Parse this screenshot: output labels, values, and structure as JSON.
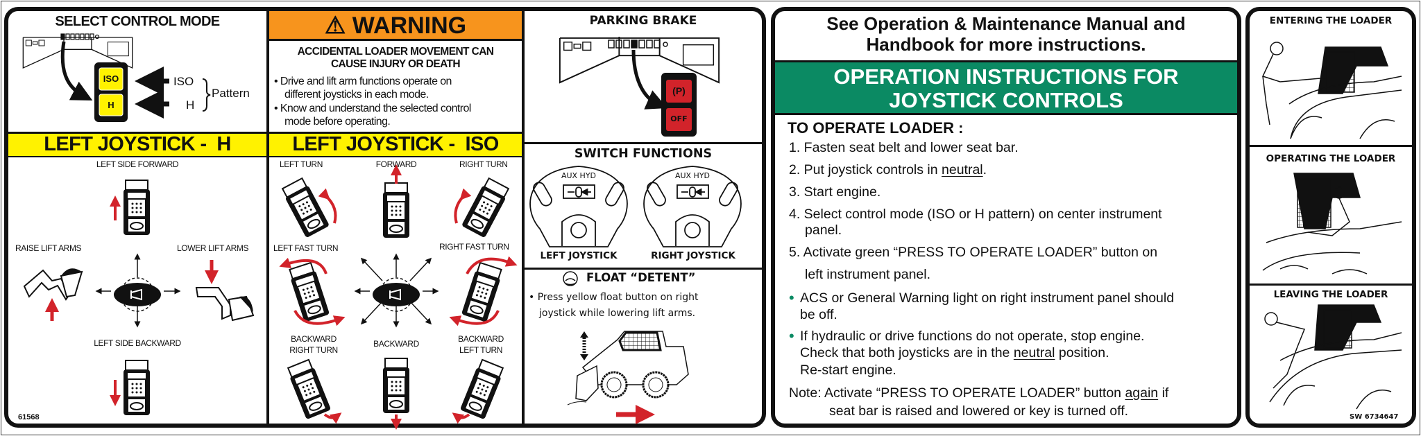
{
  "control_mode": {
    "title": "SELECT CONTROL MODE",
    "iso": "ISO",
    "h": "H",
    "iso_label": "ISO",
    "h_label": "H",
    "pattern": "Pattern"
  },
  "warning": {
    "title": "WARNING",
    "headline": [
      "ACCIDENTAL LOADER MOVEMENT CAN",
      "CAUSE INJURY OR DEATH"
    ],
    "bullets": [
      [
        "• Drive and lift arm functions operate on",
        "different joysticks in each mode."
      ],
      [
        "• Know and understand the selected control",
        "mode before operating."
      ]
    ]
  },
  "h_pattern": {
    "title": "LEFT JOYSTICK -  H",
    "forward": "LEFT SIDE FORWARD",
    "raise": "RAISE LIFT ARMS",
    "lower": "LOWER LIFT ARMS",
    "backward": "LEFT SIDE BACKWARD",
    "part_number": "61568"
  },
  "iso_pattern": {
    "title": "LEFT JOYSTICK -  ISO",
    "left_turn": "LEFT TURN",
    "forward": "FORWARD",
    "right_turn": "RIGHT TURN",
    "left_fast_turn": "LEFT FAST TURN",
    "right_fast_turn": "RIGHT FAST TURN",
    "backward_right_turn": [
      "BACKWARD",
      "RIGHT TURN"
    ],
    "backward": "BACKWARD",
    "backward_left_turn": [
      "BACKWARD",
      "LEFT TURN"
    ]
  },
  "parking_brake": {
    "title": "PARKING BRAKE",
    "p_symbol": "(P)",
    "off": "OFF"
  },
  "switch_functions": {
    "title": "SWITCH FUNCTIONS",
    "aux_hyd": "AUX HYD",
    "left": "LEFT JOYSTICK",
    "right": "RIGHT JOYSTICK"
  },
  "float": {
    "title": "FLOAT “DETENT”",
    "lines": [
      "• Press yellow float button on right",
      "joystick while lowering lift arms."
    ]
  },
  "instructions": {
    "see_manual": [
      "See Operation & Maintenance Manual and",
      "Handbook for more instructions."
    ],
    "banner": [
      "OPERATION INSTRUCTIONS FOR",
      "JOYSTICK CONTROLS"
    ],
    "heading": "TO OPERATE LOADER :",
    "step1": "1. Fasten seat belt and lower seat bar.",
    "step2": {
      "pre": "2. Put joystick controls in ",
      "u": "neutral",
      "post": "."
    },
    "step3": "3. Start engine.",
    "step4": [
      "4. Select control mode (ISO or H pattern) on center instrument",
      "panel."
    ],
    "step5": [
      "5. Activate green “PRESS TO OPERATE LOADER” button on",
      "left instrument panel."
    ],
    "bullet1": [
      "ACS or General Warning light on right instrument panel should",
      "be off."
    ],
    "bullet2": {
      "line1": "If hydraulic or drive functions do not operate, stop engine.",
      "pre": "Check that both joysticks are in the ",
      "u": "neutral",
      "post": " position.",
      "line3": "Re-start engine."
    },
    "note": {
      "pre": "Note: Activate “PRESS TO OPERATE LOADER” button ",
      "u": "again",
      "post": " if",
      "line2": "seat bar is raised and lowered or key is turned off."
    }
  },
  "sequence": {
    "entering": "ENTERING THE LOADER",
    "operating": "OPERATING THE LOADER",
    "leaving": "LEAVING THE LOADER",
    "code": "SW 6734647"
  },
  "colors": {
    "warning_orange": "#f7941d",
    "caution_yellow": "#fff200",
    "instruction_green": "#0b8a63",
    "arrow_red": "#d2232a"
  }
}
